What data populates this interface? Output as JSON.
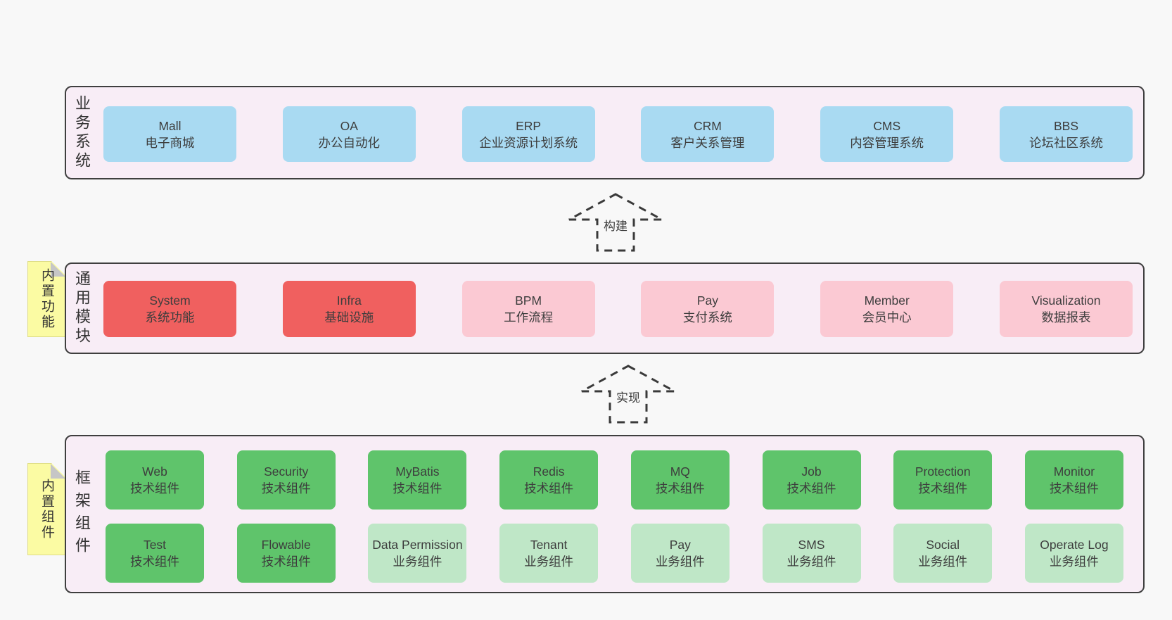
{
  "palette": {
    "page_bg": "#f8f8f8",
    "layer_bg": "#f8edf6",
    "layer_border": "#3f3f3f",
    "blue": "#a9daf2",
    "red": "#f0605f",
    "pink": "#fbc9d3",
    "green": "#5fc46b",
    "lightgreen": "#bfe7c7",
    "tag_yellow": "#fbfba3",
    "text": "#3d3d3d"
  },
  "arrows": [
    {
      "label": "构建"
    },
    {
      "label": "实现"
    }
  ],
  "layers": [
    {
      "label": "业务系统",
      "boxes": [
        {
          "title": "Mall",
          "subtitle": "电子商城",
          "variant": "blue"
        },
        {
          "title": "OA",
          "subtitle": "办公自动化",
          "variant": "blue"
        },
        {
          "title": "ERP",
          "subtitle": "企业资源计划系统",
          "variant": "blue"
        },
        {
          "title": "CRM",
          "subtitle": "客户关系管理",
          "variant": "blue"
        },
        {
          "title": "CMS",
          "subtitle": "内容管理系统",
          "variant": "blue"
        },
        {
          "title": "BBS",
          "subtitle": "论坛社区系统",
          "variant": "blue"
        }
      ]
    },
    {
      "label": "通用模块",
      "tag": "内置功能",
      "boxes": [
        {
          "title": "System",
          "subtitle": "系统功能",
          "variant": "red"
        },
        {
          "title": "Infra",
          "subtitle": "基础设施",
          "variant": "red"
        },
        {
          "title": "BPM",
          "subtitle": "工作流程",
          "variant": "pink"
        },
        {
          "title": "Pay",
          "subtitle": "支付系统",
          "variant": "pink"
        },
        {
          "title": "Member",
          "subtitle": "会员中心",
          "variant": "pink"
        },
        {
          "title": "Visualization",
          "subtitle": "数据报表",
          "variant": "pink"
        }
      ]
    },
    {
      "label": "框架组件",
      "tag": "内置组件",
      "rows": [
        [
          {
            "title": "Web",
            "subtitle": "技术组件",
            "variant": "green"
          },
          {
            "title": "Security",
            "subtitle": "技术组件",
            "variant": "green"
          },
          {
            "title": "MyBatis",
            "subtitle": "技术组件",
            "variant": "green"
          },
          {
            "title": "Redis",
            "subtitle": "技术组件",
            "variant": "green"
          },
          {
            "title": "MQ",
            "subtitle": "技术组件",
            "variant": "green"
          },
          {
            "title": "Job",
            "subtitle": "技术组件",
            "variant": "green"
          },
          {
            "title": "Protection",
            "subtitle": "技术组件",
            "variant": "green"
          },
          {
            "title": "Monitor",
            "subtitle": "技术组件",
            "variant": "green"
          }
        ],
        [
          {
            "title": "Test",
            "subtitle": "技术组件",
            "variant": "green"
          },
          {
            "title": "Flowable",
            "subtitle": "技术组件",
            "variant": "green"
          },
          {
            "title": "Data Permission",
            "subtitle": "业务组件",
            "variant": "lightgreen"
          },
          {
            "title": "Tenant",
            "subtitle": "业务组件",
            "variant": "lightgreen"
          },
          {
            "title": "Pay",
            "subtitle": "业务组件",
            "variant": "lightgreen"
          },
          {
            "title": "SMS",
            "subtitle": "业务组件",
            "variant": "lightgreen"
          },
          {
            "title": "Social",
            "subtitle": "业务组件",
            "variant": "lightgreen"
          },
          {
            "title": "Operate Log",
            "subtitle": "业务组件",
            "variant": "lightgreen"
          }
        ]
      ]
    }
  ]
}
